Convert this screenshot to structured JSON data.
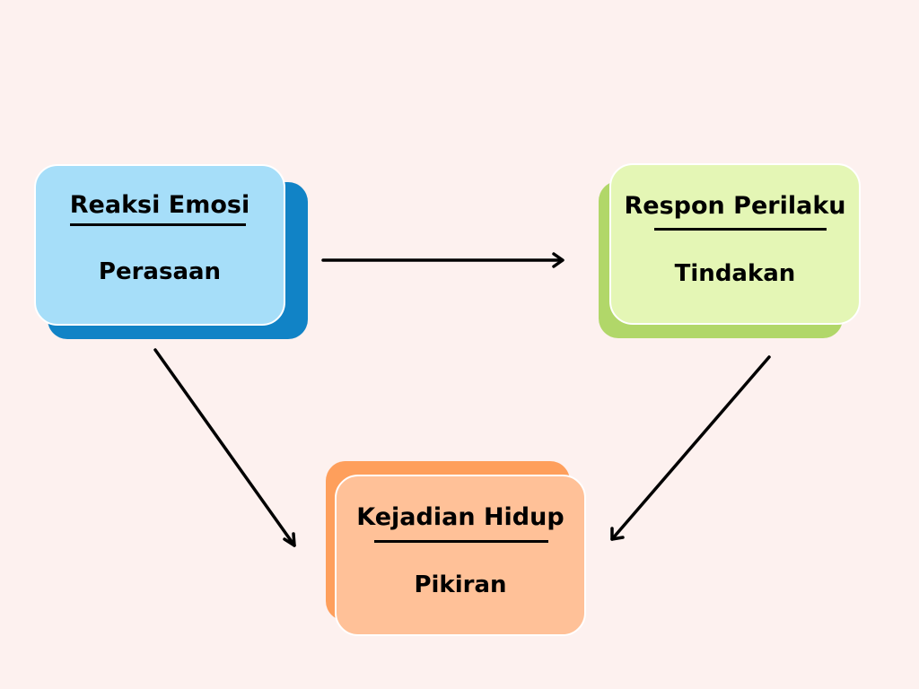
{
  "nodes": {
    "emosi": {
      "title": "Reaksi Emosi",
      "subtitle": "Perasaan"
    },
    "perilaku": {
      "title": "Respon Perilaku",
      "subtitle": "Tindakan"
    },
    "kejadian": {
      "title": "Kejadian Hidup",
      "subtitle": "Pikiran"
    }
  },
  "edges": [
    {
      "from": "Reaksi Emosi",
      "to": "Respon Perilaku"
    },
    {
      "from": "Reaksi Emosi",
      "to": "Kejadian Hidup"
    },
    {
      "from": "Respon Perilaku",
      "to": "Kejadian Hidup"
    }
  ],
  "colors": {
    "background": "#fdf1ef",
    "emosi_face": "#a6def9",
    "emosi_shadow": "#1183c6",
    "perilaku_face": "#e4f6b5",
    "perilaku_shadow": "#b1d769",
    "kejadian_face": "#ffc198",
    "kejadian_shadow": "#fe9f5c",
    "arrow": "#000000"
  }
}
